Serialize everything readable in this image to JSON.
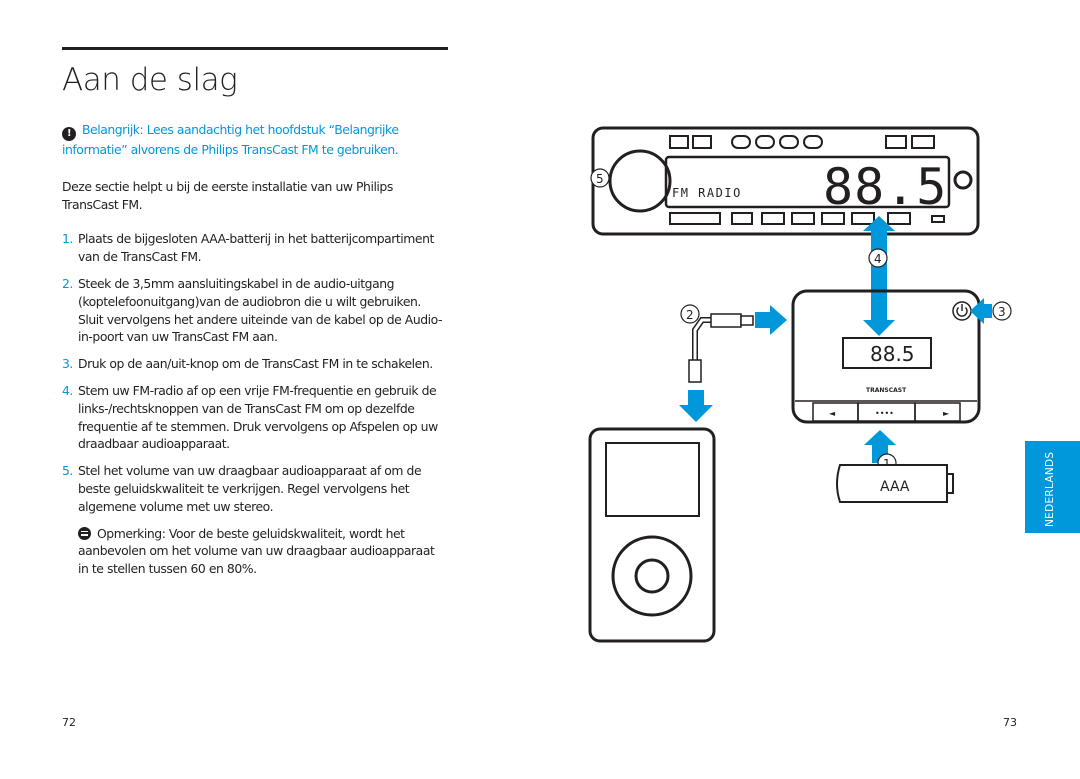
{
  "page": {
    "title": "Aan de slag",
    "important_label": "Belangrijk:",
    "important_text": "Lees aandachtig het hoofdstuk “Belangrijke informatie” alvorens de Philips TransCast FM te gebruiken.",
    "intro": "Deze sectie helpt u bij de eerste installatie van uw Philips TransCast FM.",
    "steps": [
      {
        "num": "1.",
        "text": "Plaats de bijgesloten AAA-batterij in het batterijcompartiment van de TransCast FM."
      },
      {
        "num": "2.",
        "text": "Steek de 3,5mm aansluitingskabel in de audio-uitgang (koptelefoonuitgang)van de audiobron die u wilt gebruiken. Sluit vervolgens het andere uiteinde van de kabel op de Audio-in-poort van uw TransCast FM aan."
      },
      {
        "num": "3.",
        "text": "Druk op de aan/uit-knop om de TransCast FM in te schakelen."
      },
      {
        "num": "4.",
        "text": "Stem uw FM-radio af op een vrije FM-frequentie en gebruik de links-/rechtsknoppen van de TransCast FM om op dezelfde frequentie af te stemmen. Druk vervolgens op Afspelen op uw draadbaar audioapparaat."
      },
      {
        "num": "5.",
        "text": "Stel het volume van uw draagbaar audioapparaat af om de beste geluidskwaliteit te verkrijgen. Regel vervolgens het algemene volume met uw stereo."
      }
    ],
    "note_label": "Opmerking:",
    "note_text": "Voor de beste geluidskwaliteit, wordt het aanbevolen om het volume van uw draagbaar audioapparaat in te stellen tussen 60 en 80%.",
    "page_left": "72",
    "page_right": "73",
    "language_tab": "NEDERLANDS"
  },
  "illustration": {
    "radio_frequency": "88.5",
    "radio_label": "FM RADIO",
    "transcast_frequency": "88.5",
    "transcast_brand": "TRANSCAST",
    "battery_label": "AAA",
    "callouts": [
      "1",
      "2",
      "3",
      "4",
      "5"
    ],
    "button_left": "◄",
    "button_center": "••••",
    "button_right": "►",
    "accent_color": "#0098da",
    "icons": [
      "power-icon",
      "left-arrow-icon",
      "right-arrow-icon"
    ]
  }
}
